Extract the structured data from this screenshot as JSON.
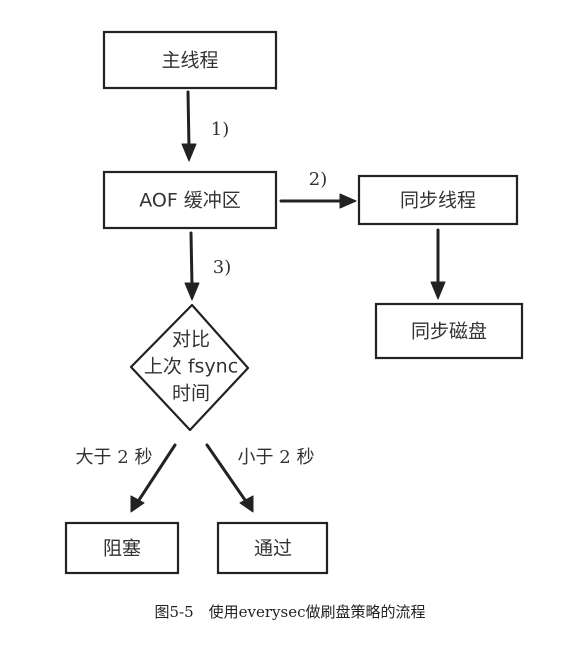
{
  "nodes": {
    "main_thread": "主线程",
    "aof_buffer": "AOF 缓冲区",
    "sync_thread": "同步线程",
    "sync_disk": "同步磁盘",
    "compare_line1": "对比",
    "compare_line2": "上次 fsync",
    "compare_line3": "时间",
    "block": "阻塞",
    "pass": "通过"
  },
  "edges": {
    "step1": "1)",
    "step2": "2)",
    "step3": "3)",
    "gt_2s": "大于 2 秒",
    "lt_2s": "小于 2 秒"
  },
  "caption": "图5-5　使用everysec做刷盘策略的流程"
}
